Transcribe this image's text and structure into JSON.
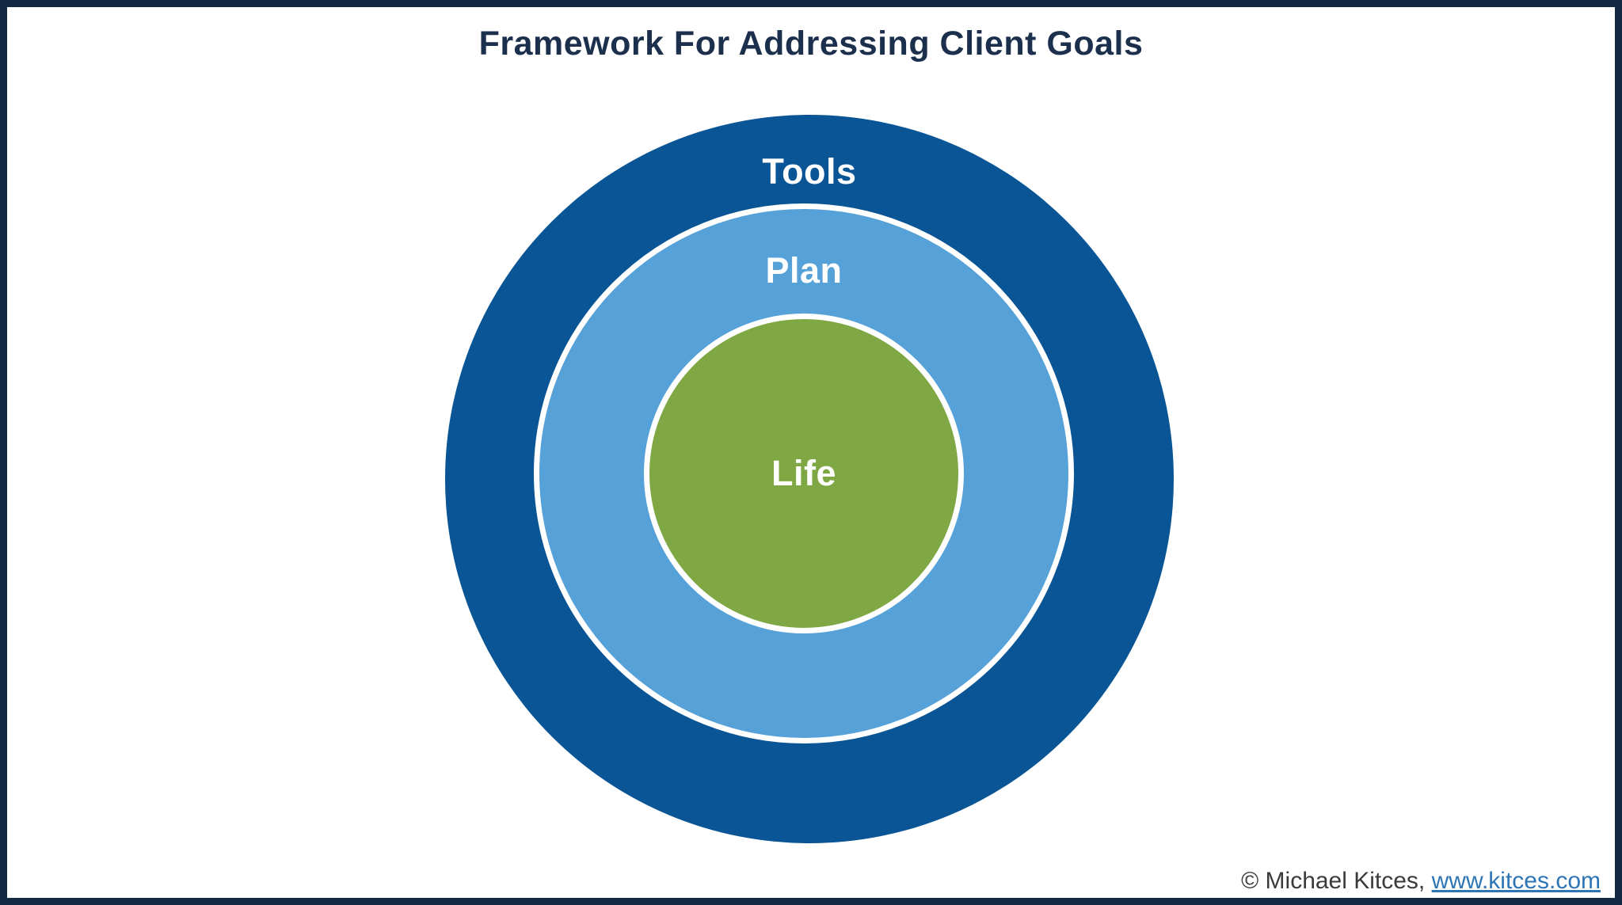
{
  "page": {
    "title": "Framework For Addressing Client Goals"
  },
  "diagram": {
    "type": "concentric-circles",
    "rings": [
      {
        "label": "Tools",
        "color": "#0A5596",
        "level": "outer"
      },
      {
        "label": "Plan",
        "color": "#55A1D8",
        "level": "middle"
      },
      {
        "label": "Life",
        "color": "#7FA844",
        "level": "inner"
      }
    ],
    "ring_separator_color": "#FFFFFF"
  },
  "footer": {
    "copyright": "© Michael Kitces,",
    "link": "www.kitces.com",
    "link_color": "#2E75B6"
  },
  "colors": {
    "frame_border": "#132B42",
    "title_text": "#1C304E",
    "background": "#FFFFFF",
    "label_text": "#FFFFFF",
    "footer_text": "#3A3A3A"
  }
}
